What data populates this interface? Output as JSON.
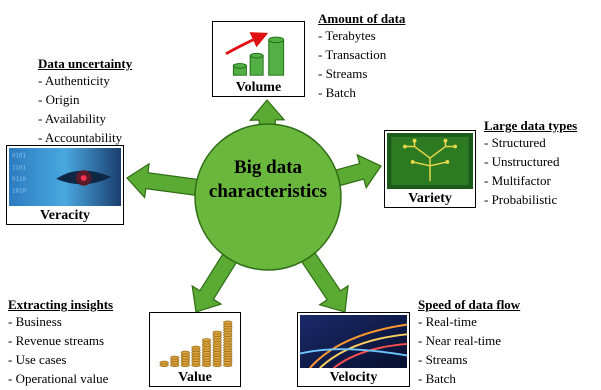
{
  "center": {
    "line1": "Big data",
    "line2": "characteristics"
  },
  "colors": {
    "circle": "#6ab73e",
    "arrow": "#5aaa34",
    "outline": "#2f6e14",
    "v_green": "#52b045",
    "trend_red": "#e01010"
  },
  "volume": {
    "label": "Volume",
    "title": "Amount of data",
    "items": [
      "- Terabytes",
      "- Transaction",
      "- Streams",
      "- Batch"
    ],
    "icon": "growing-cylinders-chart-icon"
  },
  "variety": {
    "label": "Variety",
    "title": "Large data types",
    "items": [
      "- Structured",
      "- Unstructured",
      "- Multifactor",
      "- Probabilistic"
    ],
    "icon": "circuit-tree-icon"
  },
  "veracity": {
    "label": "Veracity",
    "title": "Data uncertainty",
    "items": [
      "- Authenticity",
      "- Origin",
      "- Availability",
      "- Accountability"
    ],
    "icon": "digital-eye-icon"
  },
  "value": {
    "label": "Value",
    "title": "Extracting insights",
    "items": [
      "- Business",
      "- Revenue streams",
      "- Use cases",
      "- Operational value"
    ],
    "icon": "coin-stacks-icon"
  },
  "velocity": {
    "label": "Velocity",
    "title": "Speed of data flow",
    "items": [
      "- Real-time",
      "- Near real-time",
      "- Streams",
      "- Batch"
    ],
    "icon": "speed-lights-icon"
  }
}
